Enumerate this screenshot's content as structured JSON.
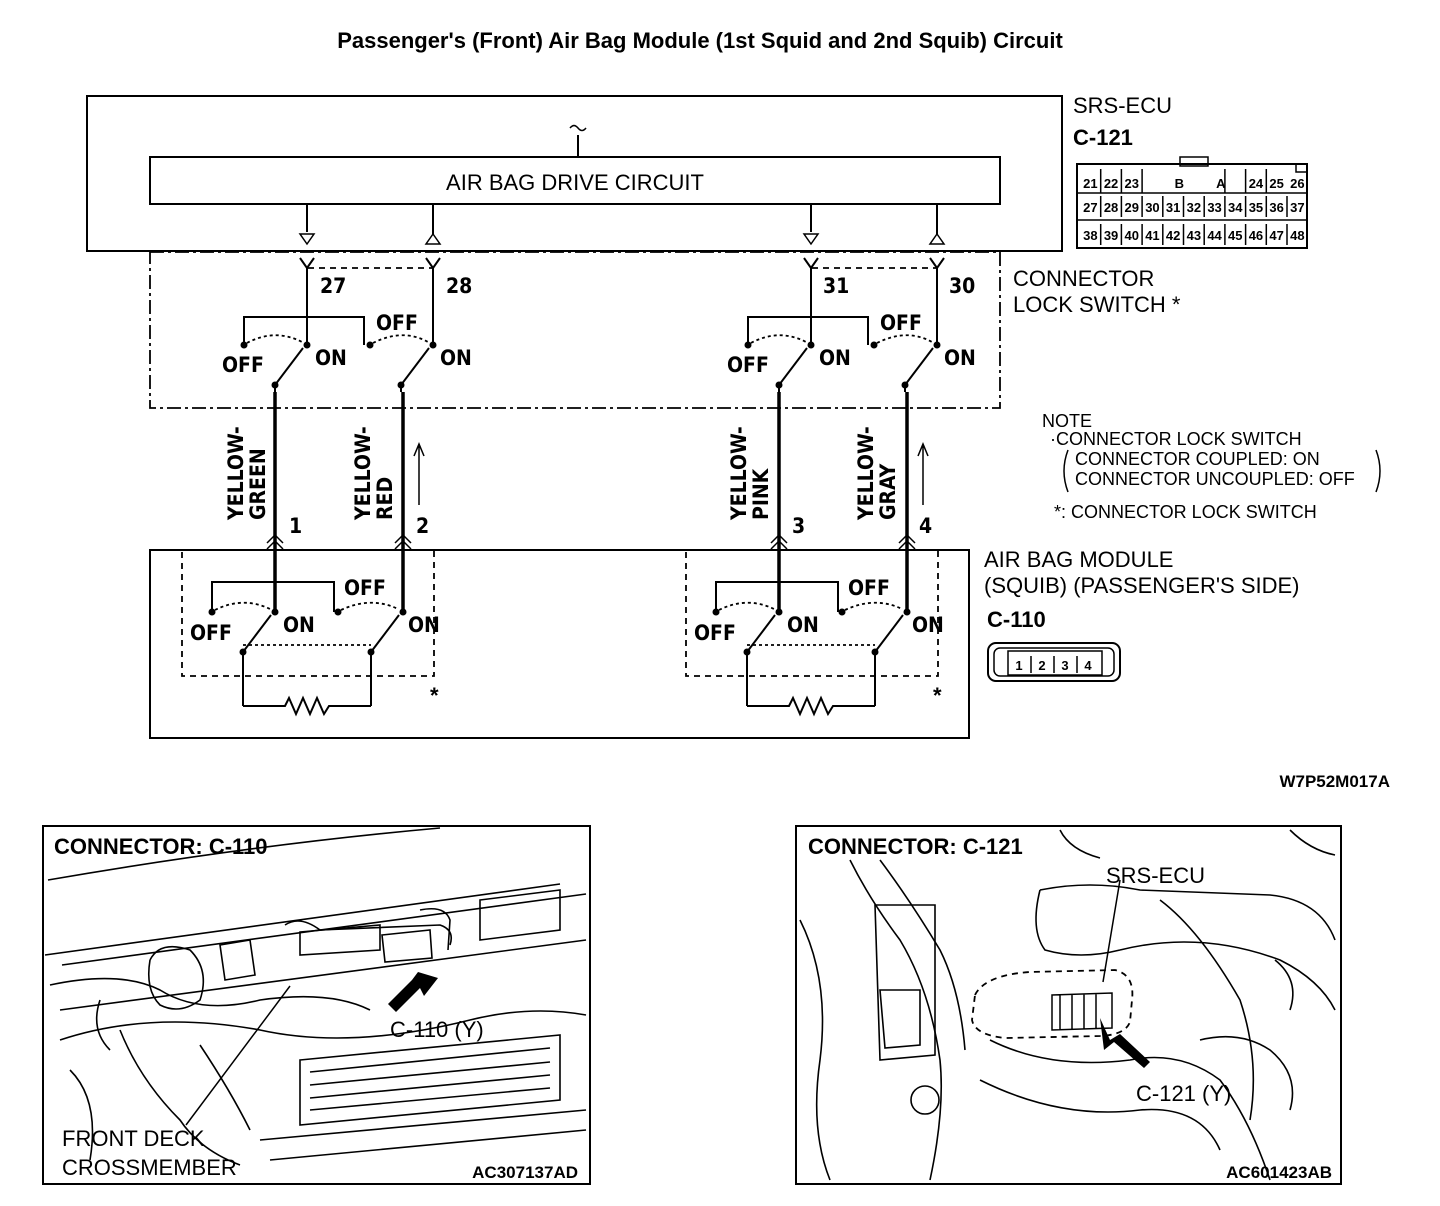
{
  "title": "Passenger's (Front) Air Bag Module (1st Squid and 2nd Squib) Circuit",
  "srs_ecu": {
    "name": "SRS-ECU",
    "connector": "C-121",
    "drive_circuit_label": "AIR BAG DRIVE CIRCUIT",
    "terminals": [
      "27",
      "28",
      "31",
      "30"
    ],
    "connector_pins": {
      "row1": [
        "21",
        "22",
        "23",
        "B",
        "A",
        "24",
        "25",
        "26"
      ],
      "row2": [
        "27",
        "28",
        "29",
        "30",
        "31",
        "32",
        "33",
        "34",
        "35",
        "36",
        "37"
      ],
      "row3": [
        "38",
        "39",
        "40",
        "41",
        "42",
        "43",
        "44",
        "45",
        "46",
        "47",
        "48"
      ]
    }
  },
  "connector_lock_switch": {
    "label_line1": "CONNECTOR",
    "label_line2": "LOCK SWITCH *",
    "off": "OFF",
    "on": "ON"
  },
  "wires": [
    {
      "color_line1": "YELLOW-",
      "color_line2": "GREEN",
      "pin": "1"
    },
    {
      "color_line1": "YELLOW-",
      "color_line2": "RED",
      "pin": "2"
    },
    {
      "color_line1": "YELLOW-",
      "color_line2": "PINK",
      "pin": "3"
    },
    {
      "color_line1": "YELLOW-",
      "color_line2": "GRAY",
      "pin": "4"
    }
  ],
  "note": {
    "heading": "NOTE",
    "line1": "·CONNECTOR LOCK SWITCH",
    "line2": "CONNECTOR COUPLED: ON",
    "line3": "CONNECTOR UNCOUPLED: OFF",
    "line4": "*: CONNECTOR LOCK SWITCH"
  },
  "airbag_module": {
    "label_line1": "AIR BAG MODULE",
    "label_line2": "(SQUIB) (PASSENGER'S SIDE)",
    "connector": "C-110",
    "pins": [
      "1",
      "2",
      "3",
      "4"
    ],
    "asterisk": "*"
  },
  "diagram_code": "W7P52M017A",
  "photo_left": {
    "heading": "CONNECTOR: C-110",
    "callout": "C-110 (Y)",
    "part_line1": "FRONT DECK",
    "part_line2": "CROSSMEMBER",
    "code": "AC307137AD"
  },
  "photo_right": {
    "heading": "CONNECTOR: C-121",
    "part": "SRS-ECU",
    "callout": "C-121 (Y)",
    "code": "AC601423AB"
  }
}
